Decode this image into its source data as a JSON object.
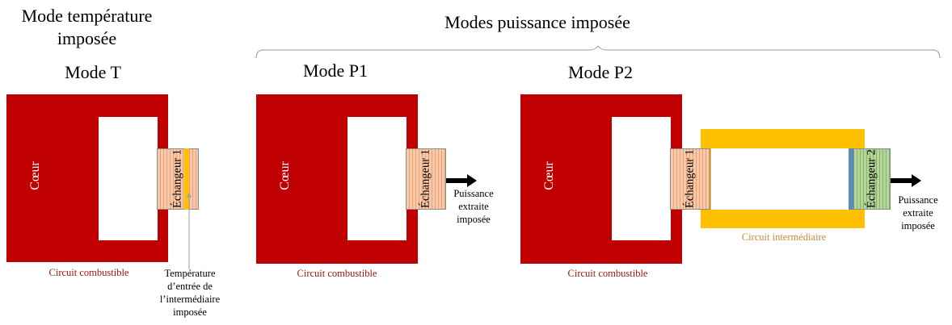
{
  "titles": {
    "mode_temp": "Mode température imposée",
    "modes_power": "Modes puissance imposée",
    "mode_t": "Mode T",
    "mode_p1": "Mode P1",
    "mode_p2": "Mode P2"
  },
  "labels": {
    "coeur": "Cœur",
    "echangeur1": "Échangeur 1",
    "echangeur2": "Échangeur 2",
    "circuit_combustible": "Circuit combustible",
    "circuit_intermediaire": "Circuit intermédiaire",
    "puissance_line1": "Puissance",
    "puissance_line2": "extraite",
    "puissance_line3": "imposée",
    "temp_line1": "Température",
    "temp_line2": "d’entrée de",
    "temp_line3": "l’intermédiaire",
    "temp_line4": "imposée"
  },
  "colors": {
    "fuel_circuit": "#c00000",
    "intermediate_circuit": "#ffc000",
    "exchanger1": "#f7c9a6",
    "exchanger2": "#b5d69a"
  }
}
